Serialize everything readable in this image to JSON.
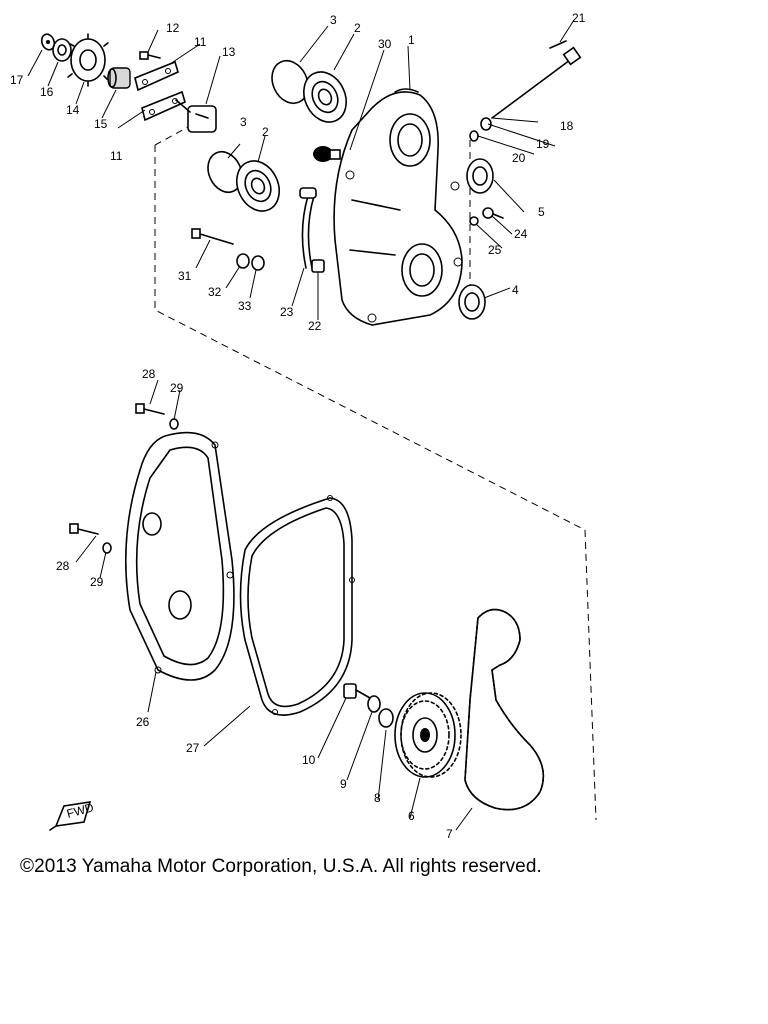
{
  "callouts": {
    "c1": "1",
    "c2a": "2",
    "c2b": "2",
    "c3a": "3",
    "c3b": "3",
    "c4": "4",
    "c5": "5",
    "c6": "6",
    "c7": "7",
    "c8": "8",
    "c9": "9",
    "c10": "10",
    "c11a": "11",
    "c11b": "11",
    "c12": "12",
    "c13": "13",
    "c14": "14",
    "c15": "15",
    "c16": "16",
    "c17": "17",
    "c18": "18",
    "c19": "19",
    "c20": "20",
    "c21": "21",
    "c22": "22",
    "c23": "23",
    "c24": "24",
    "c25": "25",
    "c26": "26",
    "c27": "27",
    "c28a": "28",
    "c28b": "28",
    "c29a": "29",
    "c29b": "29",
    "c30": "30",
    "c31": "31",
    "c32": "32",
    "c33": "33"
  },
  "fwd_label": "FWD",
  "copyright": "©2013 Yamaha Motor Corporation, U.S.A. All rights reserved."
}
